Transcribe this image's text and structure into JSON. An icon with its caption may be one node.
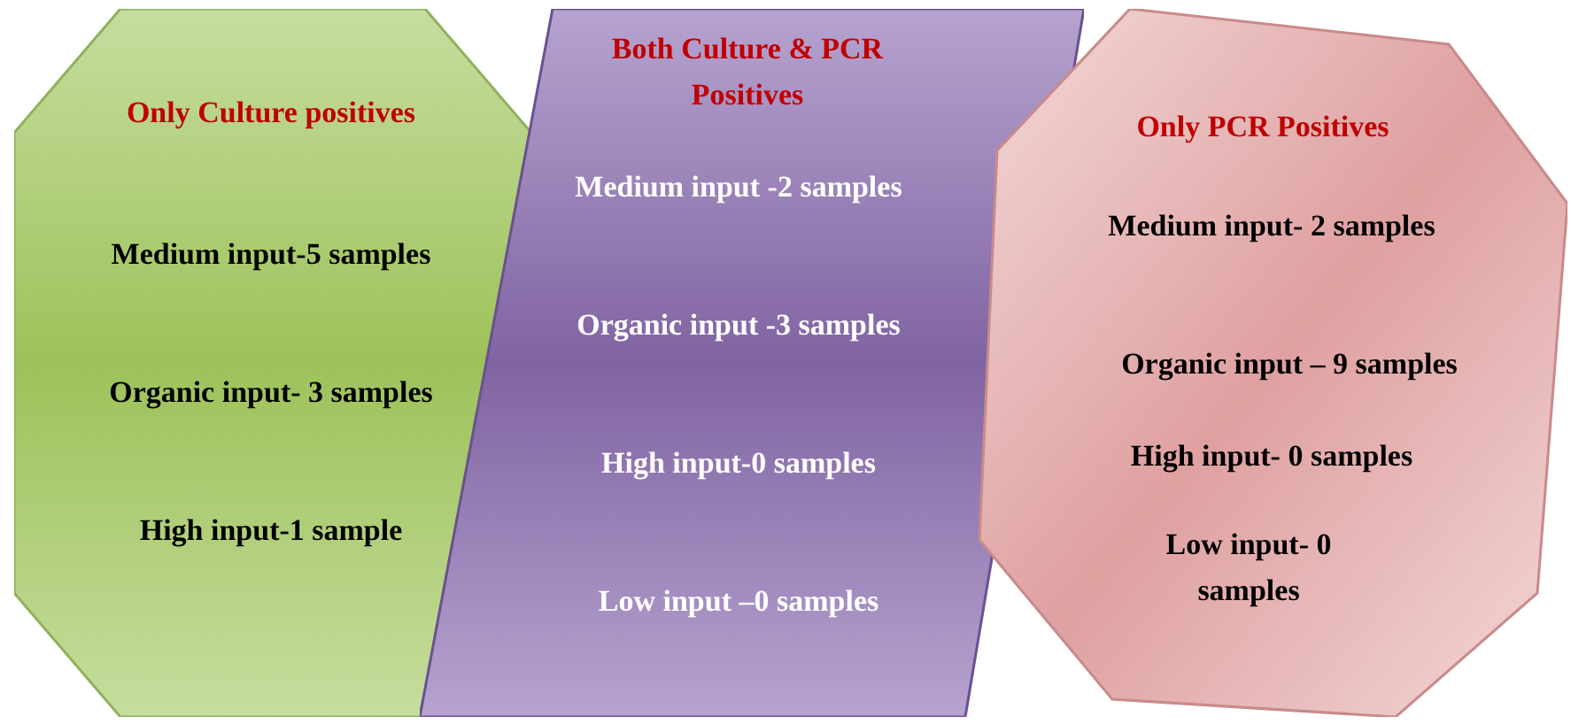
{
  "diagram": {
    "nodes": [
      {
        "text": [
          "Only Culture positives",
          "Medium input-5 samples",
          "Organic input- 3 samples",
          "High input-1 sample"
        ]
      },
      {
        "text": [
          "Both Culture & PCR Positives",
          "Medium input -2 samples",
          "Organic input -3 samples",
          "High input-0 samples",
          "Low input –0 samples"
        ]
      },
      {
        "text": [
          "Only PCR Positives",
          "Medium input- 2 samples",
          "Organic input – 9 samples",
          "High input- 0 samples",
          "Low input- 0 samples"
        ]
      }
    ]
  }
}
